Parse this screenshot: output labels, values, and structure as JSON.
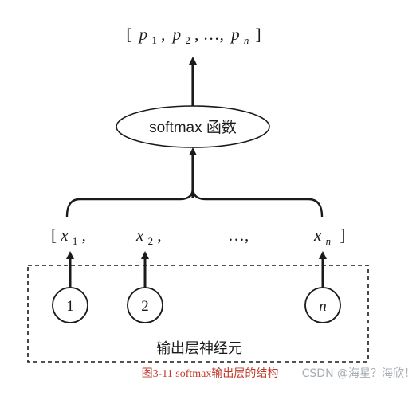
{
  "output_vector": {
    "open": "[",
    "close": "]",
    "items": [
      {
        "var": "p",
        "sub": "1",
        "sep": ","
      },
      {
        "var": "p",
        "sub": "2",
        "sep": ", …,"
      },
      {
        "var": "p",
        "sub": "n",
        "sep": ""
      }
    ]
  },
  "softmax_node": {
    "label": "softmax 函数"
  },
  "input_vector": {
    "items": [
      {
        "prefix": "[",
        "var": "x",
        "sub": "1",
        "suffix": ","
      },
      {
        "prefix": "",
        "var": "x",
        "sub": "2",
        "suffix": ","
      },
      {
        "prefix": "",
        "var": "",
        "sub": "",
        "suffix": "…,"
      },
      {
        "prefix": "",
        "var": "x",
        "sub": "n",
        "suffix": "]"
      }
    ]
  },
  "neurons": [
    {
      "label": "1",
      "italic": false
    },
    {
      "label": "2",
      "italic": false
    },
    {
      "label": "n",
      "italic": true
    }
  ],
  "layer_box": {
    "label": "输出层神经元"
  },
  "caption": "图3-11 softmax输出层的结构",
  "watermark": "CSDN @海星？海欣！",
  "colors": {
    "stroke": "#1a1a1a",
    "caption": "#c0392b",
    "watermark": "#9aa0a6"
  }
}
